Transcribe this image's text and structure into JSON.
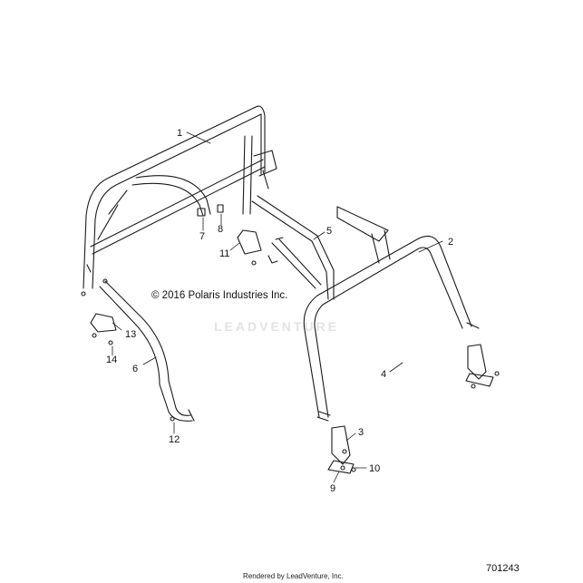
{
  "copyright": "© 2016 Polaris Industries Inc.",
  "watermark": "LEADVENTURE",
  "figure_number": "701243",
  "footer": "Rendered by LeadVenture, Inc.",
  "callouts": {
    "c1": "1",
    "c2": "2",
    "c3": "3",
    "c4": "4",
    "c5": "5",
    "c6": "6",
    "c7": "7",
    "c8": "8",
    "c9": "9",
    "c10": "10",
    "c11": "11",
    "c12": "12",
    "c13": "13",
    "c14": "14"
  }
}
